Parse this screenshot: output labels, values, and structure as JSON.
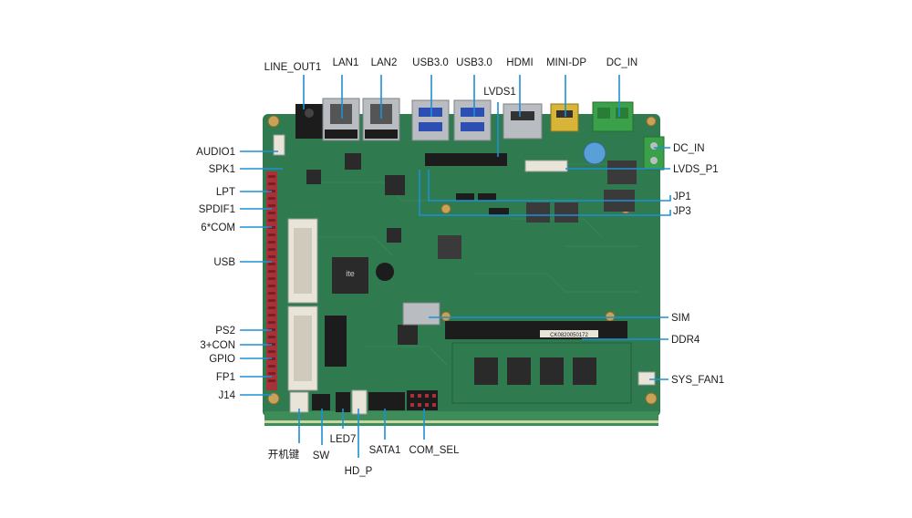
{
  "colors": {
    "pcb": "#2f7a4e",
    "pcb_dark": "#245f3c",
    "leader": "#1e90d6",
    "header_red": "#a8323a",
    "connector_black": "#1c1c1c",
    "metal": "#b9bcc0",
    "terminal_green": "#3aa04a",
    "dp_gold": "#d8b437",
    "memory_chip": "#2a2a2a"
  },
  "labels": {
    "line_out1": "LINE_OUT1",
    "lan1": "LAN1",
    "lan2": "LAN2",
    "usb30_a": "USB3.0",
    "usb30_b": "USB3.0",
    "hdmi": "HDMI",
    "mini_dp": "MINI-DP",
    "dc_in_top": "DC_IN",
    "lvds1": "LVDS1",
    "audio1": "AUDIO1",
    "spk1": "SPK1",
    "lpt": "LPT",
    "spdif1": "SPDIF1",
    "com6": "6*COM",
    "usb": "USB",
    "ps2": "PS2",
    "con3": "3+CON",
    "gpio": "GPIO",
    "fp1": "FP1",
    "j14": "J14",
    "dc_in_right": "DC_IN",
    "lvds_p1": "LVDS_P1",
    "jp1": "JP1",
    "jp3": "JP3",
    "sim": "SIM",
    "ddr4": "DDR4",
    "sys_fan1": "SYS_FAN1",
    "power_key": "开机键",
    "sw": "SW",
    "led7": "LED7",
    "hd_p": "HD_P",
    "sata1": "SATA1",
    "com_sel": "COM_SEL"
  },
  "board_text": {
    "chip_logo": "ite",
    "sodimm_sticker": "CK0820050172"
  }
}
